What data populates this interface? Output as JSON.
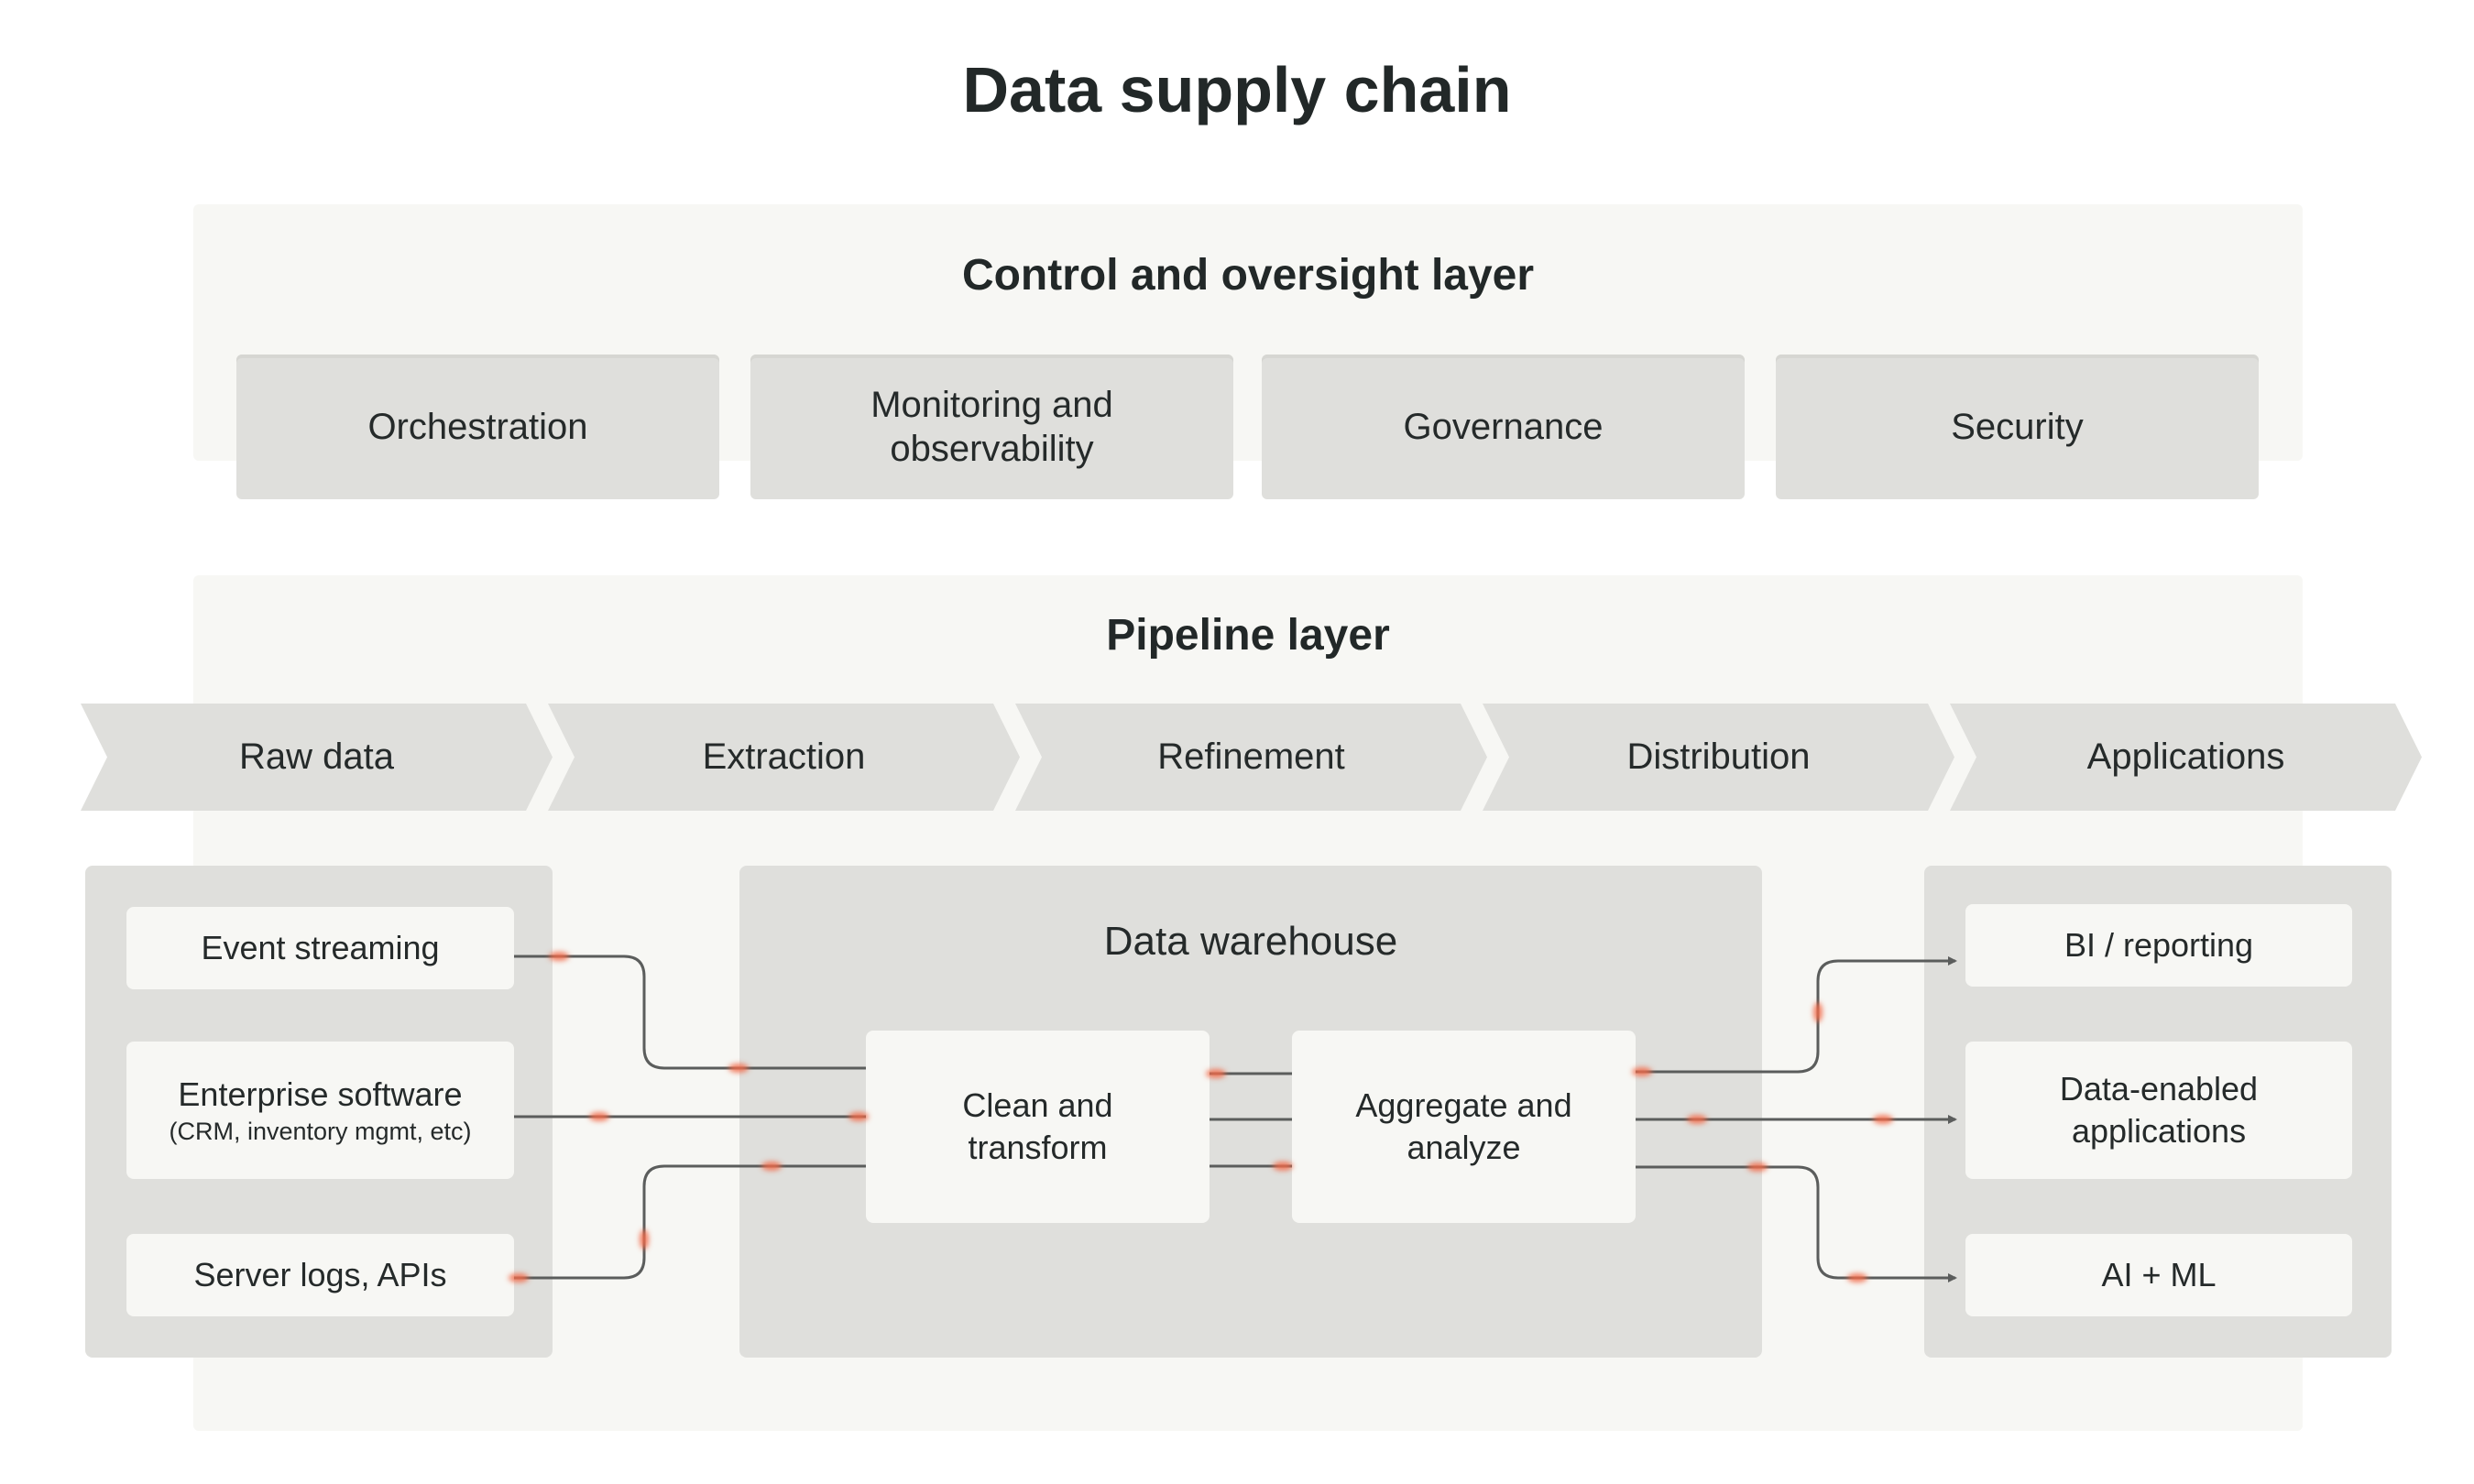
{
  "title": "Data supply chain",
  "control_layer": {
    "title": "Control and oversight layer",
    "items": [
      {
        "label": "Orchestration"
      },
      {
        "label": "Monitoring and observability"
      },
      {
        "label": "Governance"
      },
      {
        "label": "Security"
      }
    ]
  },
  "pipeline_layer": {
    "title": "Pipeline layer",
    "stages": [
      {
        "label": "Raw data"
      },
      {
        "label": "Extraction"
      },
      {
        "label": "Refinement"
      },
      {
        "label": "Distribution"
      },
      {
        "label": "Applications"
      }
    ],
    "sources": [
      {
        "label": "Event streaming",
        "sub": ""
      },
      {
        "label": "Enterprise software",
        "sub": "(CRM, inventory mgmt, etc)"
      },
      {
        "label": "Server logs, APIs",
        "sub": ""
      }
    ],
    "warehouse": {
      "title": "Data warehouse",
      "steps": [
        {
          "label": "Clean and transform"
        },
        {
          "label": "Aggregate and analyze"
        }
      ]
    },
    "outputs": [
      {
        "label": "BI / reporting"
      },
      {
        "label": "Data-enabled applications"
      },
      {
        "label": "AI + ML"
      }
    ]
  },
  "colors": {
    "layer_bg": "#f7f7f4",
    "box_bg": "#dfdfdc",
    "card_bg": "#f7f7f4",
    "line": "#5b5d5c",
    "flow_dot": "#f26b4a",
    "text": "#252a2a"
  }
}
